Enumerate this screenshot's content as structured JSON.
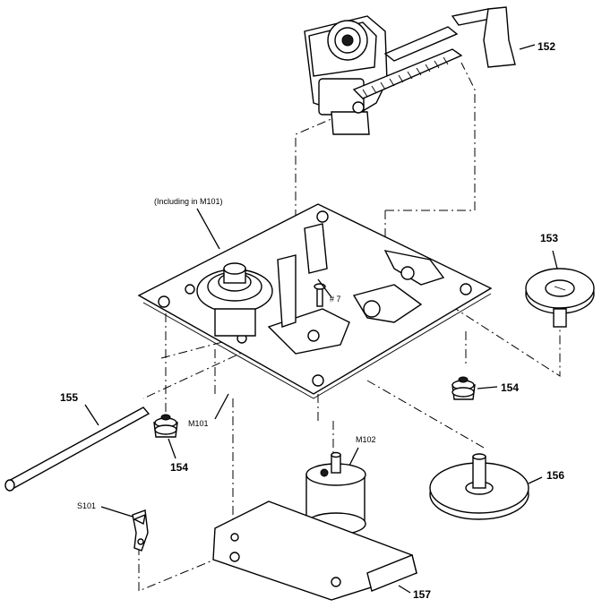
{
  "callouts": {
    "c152": "152",
    "c153": "153",
    "c154a": "154",
    "c154b": "154",
    "c155": "155",
    "c156": "156",
    "c157": "157",
    "m101": "M101",
    "m102": "M102",
    "s101": "S101",
    "screw7": "# 7",
    "including_note": "(Including in M101)"
  }
}
